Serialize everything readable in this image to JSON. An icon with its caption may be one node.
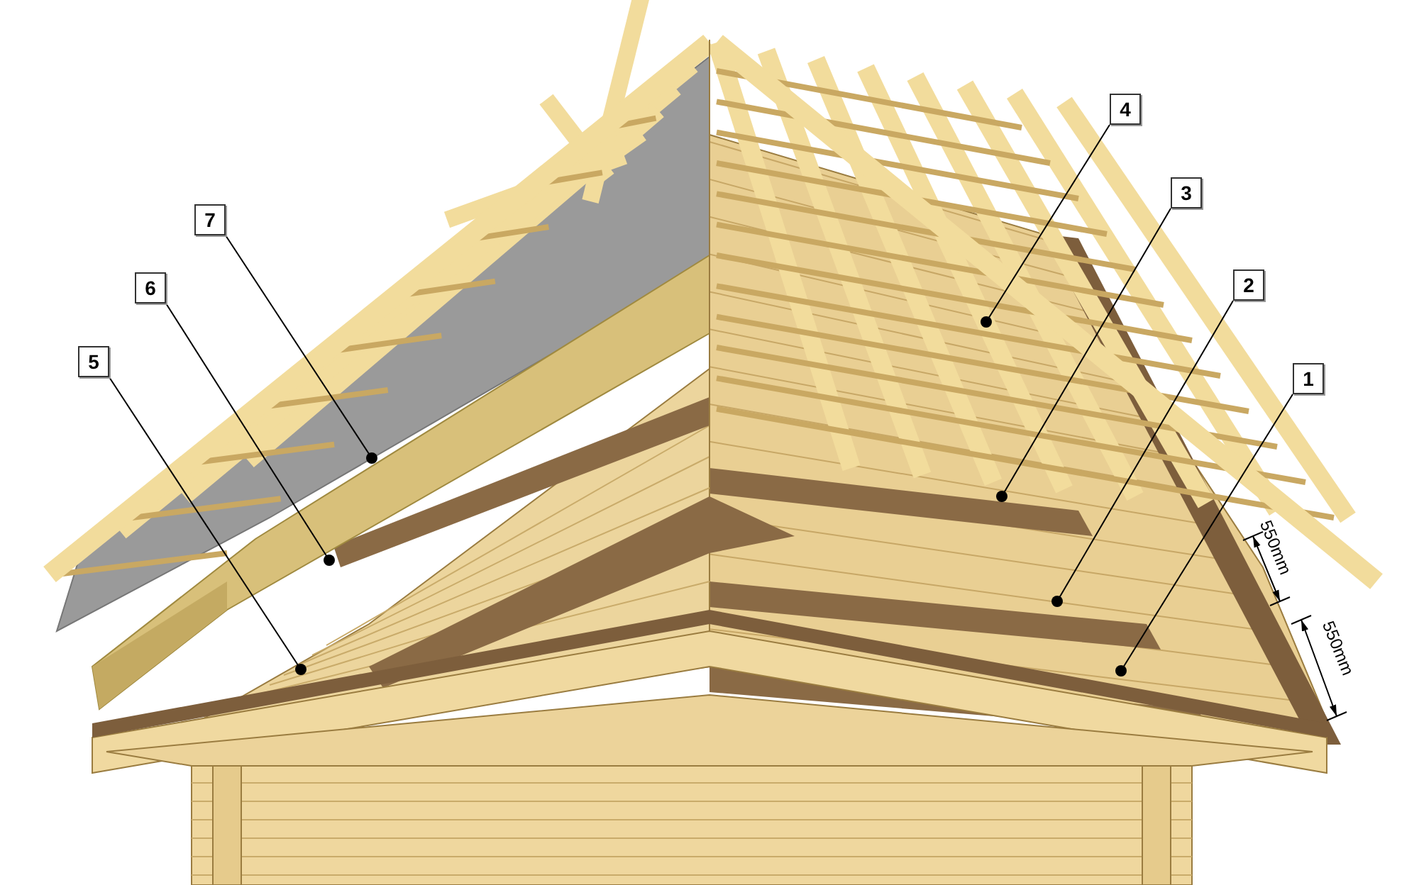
{
  "diagram": {
    "nodes": [
      {
        "text": [
          "1"
        ]
      },
      {
        "text": [
          "2"
        ]
      },
      {
        "text": [
          "3"
        ]
      },
      {
        "text": [
          "4"
        ]
      },
      {
        "text": [
          "5"
        ]
      },
      {
        "text": [
          "6"
        ]
      },
      {
        "text": [
          "7"
        ]
      }
    ],
    "edges": [
      {
        "from": 0,
        "to": null,
        "arrow": "other"
      },
      {
        "from": 1,
        "to": null,
        "arrow": "other"
      },
      {
        "from": 2,
        "to": null,
        "arrow": "other"
      },
      {
        "from": 3,
        "to": null,
        "arrow": "other"
      },
      {
        "from": 4,
        "to": null,
        "arrow": "other"
      },
      {
        "from": 5,
        "to": null,
        "arrow": "other"
      },
      {
        "from": 6,
        "to": null,
        "arrow": "other"
      }
    ],
    "labels": [
      "550mm",
      "550mm"
    ]
  }
}
